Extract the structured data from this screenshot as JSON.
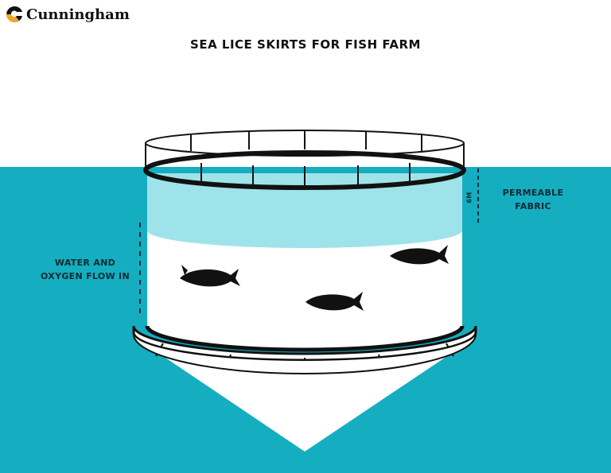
{
  "logo": {
    "text": "Cunningham",
    "accent": "#f5a623"
  },
  "title": "SEA LICE SKIRTS FOR FISH FARM",
  "labels": {
    "depth": "6M",
    "skirt": "PERMEABLE FABRIC",
    "flow": "WATER AND OXYGEN FLOW IN"
  },
  "colors": {
    "water": "#14aec0",
    "skirt": "#9fe3ea",
    "outline": "#111111"
  }
}
